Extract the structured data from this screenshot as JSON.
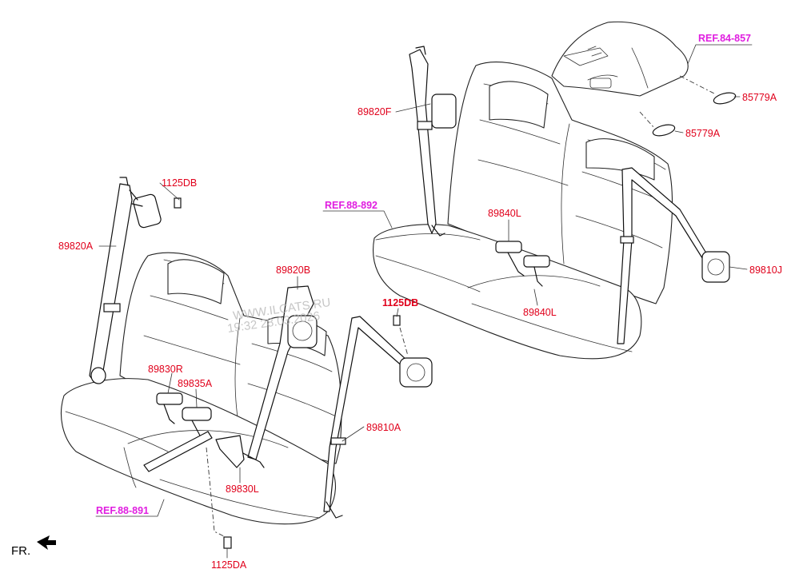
{
  "labels": {
    "l_89820A": "89820A",
    "l_1125DB_left": "1125DB",
    "l_89820B": "89820B",
    "l_1125DB_mid": "1125DB",
    "l_89830R": "89830R",
    "l_89835A": "89835A",
    "l_89810A": "89810A",
    "l_89830L": "89830L",
    "l_1125DA": "1125DA",
    "l_89820F": "89820F",
    "l_89840L_top": "89840L",
    "l_89840L_bottom": "89840L",
    "l_89810J": "89810J",
    "l_85779A_top": "85779A",
    "l_85779A_bottom": "85779A"
  },
  "references": {
    "ref_84_857": "REF.84-857",
    "ref_88_892": "REF.88-892",
    "ref_88_891": "REF.88-891"
  },
  "direction": {
    "front": "FR."
  },
  "watermark": {
    "line1": "WWW.ILCATS.RU",
    "line2": "19:32 28.03.2026"
  },
  "colors": {
    "part_label": "#e0001b",
    "reference_label": "#e01ee0"
  }
}
